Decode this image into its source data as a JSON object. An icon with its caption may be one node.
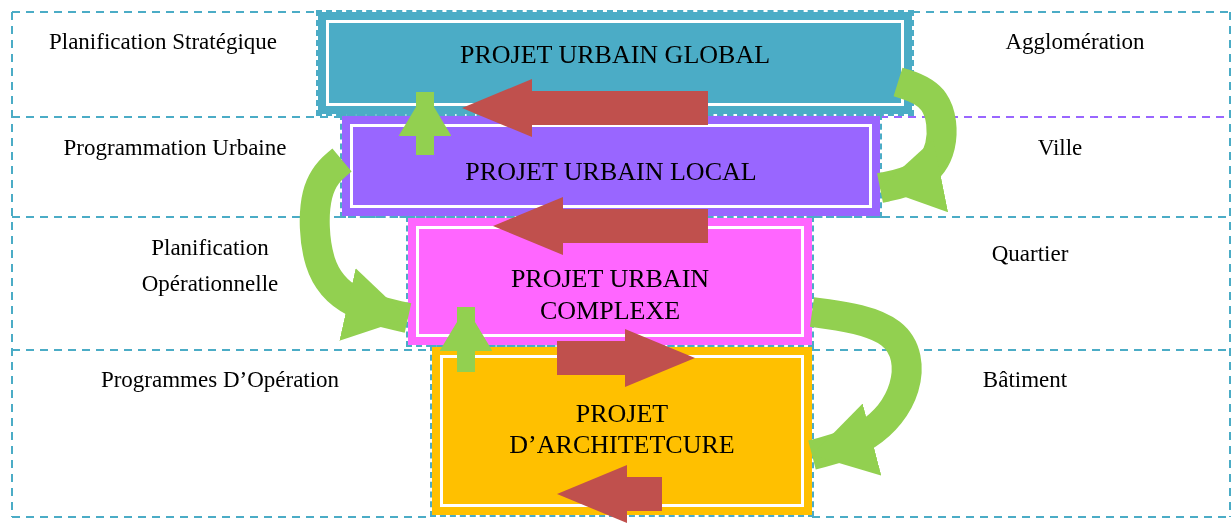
{
  "diagram": {
    "nodes": [
      {
        "text": [
          "PROJET URBAIN GLOBAL"
        ]
      },
      {
        "text": [
          "PROJET URBAIN LOCAL"
        ]
      },
      {
        "text": [
          "PROJET URBAIN COMPLEXE"
        ]
      },
      {
        "text": [
          "PROJET D’ARCHITETCURE"
        ]
      }
    ],
    "edges": [
      {
        "from": 0,
        "to": 1,
        "arrow": "to"
      },
      {
        "from": 1,
        "to": 0,
        "arrow": "to"
      },
      {
        "from": 1,
        "to": 2,
        "arrow": "to"
      },
      {
        "from": 2,
        "to": 3,
        "arrow": "to"
      },
      {
        "from": 3,
        "to": 2,
        "arrow": "to"
      },
      {
        "from": 0,
        "to": 1,
        "arrow": "to",
        "color": "#c0504d"
      },
      {
        "from": 1,
        "to": 2,
        "arrow": "to",
        "color": "#c0504d"
      },
      {
        "from": 2,
        "to": 3,
        "arrow": "to",
        "color": "#c0504d"
      },
      {
        "from": null,
        "to": 3,
        "arrow": "to",
        "color": "#c0504d"
      }
    ],
    "labels": [
      "Planification Stratégique",
      "Agglomération",
      "Programmation Urbaine",
      "Ville",
      "Planification Opérationnelle",
      "Quartier",
      "Programmes D’Opération",
      "Bâtiment"
    ]
  }
}
